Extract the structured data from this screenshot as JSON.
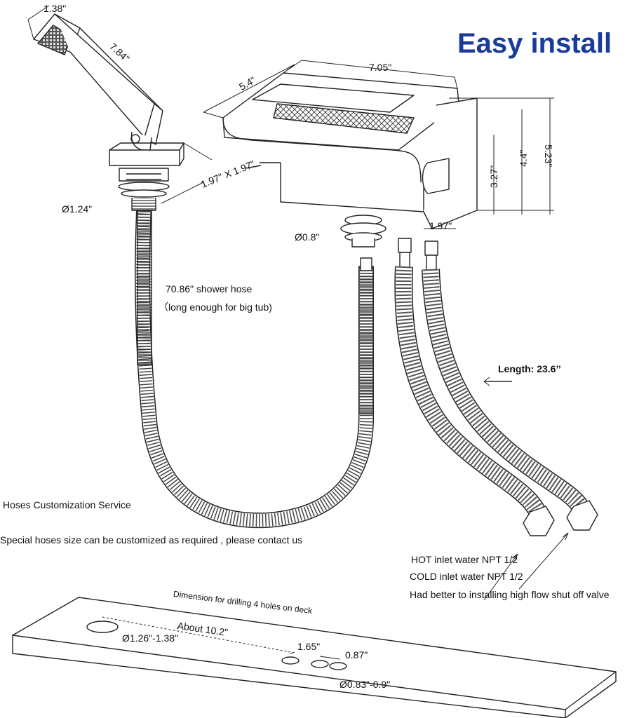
{
  "title": "Easy install",
  "handshower": {
    "width": "1.38\"",
    "length": "7.84\"",
    "base": "1.97\" X 1.97\"",
    "hole_diameter": "Ø1.24\""
  },
  "spout": {
    "depth": "5.4\"",
    "width": "7.05\"",
    "height_inner": "3.27\"",
    "height_mid": "4.4\"",
    "height_total": "5.23\"",
    "plate_width": "1.97\"",
    "hole_diameter": "Ø0.8\""
  },
  "hose": {
    "length_line1": "70.86\" shower hose",
    "length_line2": "（long enough for big tub)"
  },
  "supply_lines": {
    "length": "Length: 23.6’’",
    "hot": "HOT inlet water NPT 1/2",
    "cold": "COLD inlet water NPT 1/2",
    "advice": "Had better to installing high flow shut off valve"
  },
  "service": {
    "heading": "Hoses Customization Service",
    "note": "Special hoses size can be customized as required , please contact us"
  },
  "deck": {
    "caption": "Dimension for drilling 4 holes on deck",
    "span": "About 10.2\"",
    "large_hole": "Ø1.26\"-1.38\"",
    "spacing_a": "1.65\"",
    "spacing_b": "0.87\"",
    "small_holes": "Ø0.83\"-0.9\""
  },
  "colors": {
    "title": "#1a3a9c",
    "line": "#222222",
    "fill": "#ffffff"
  }
}
